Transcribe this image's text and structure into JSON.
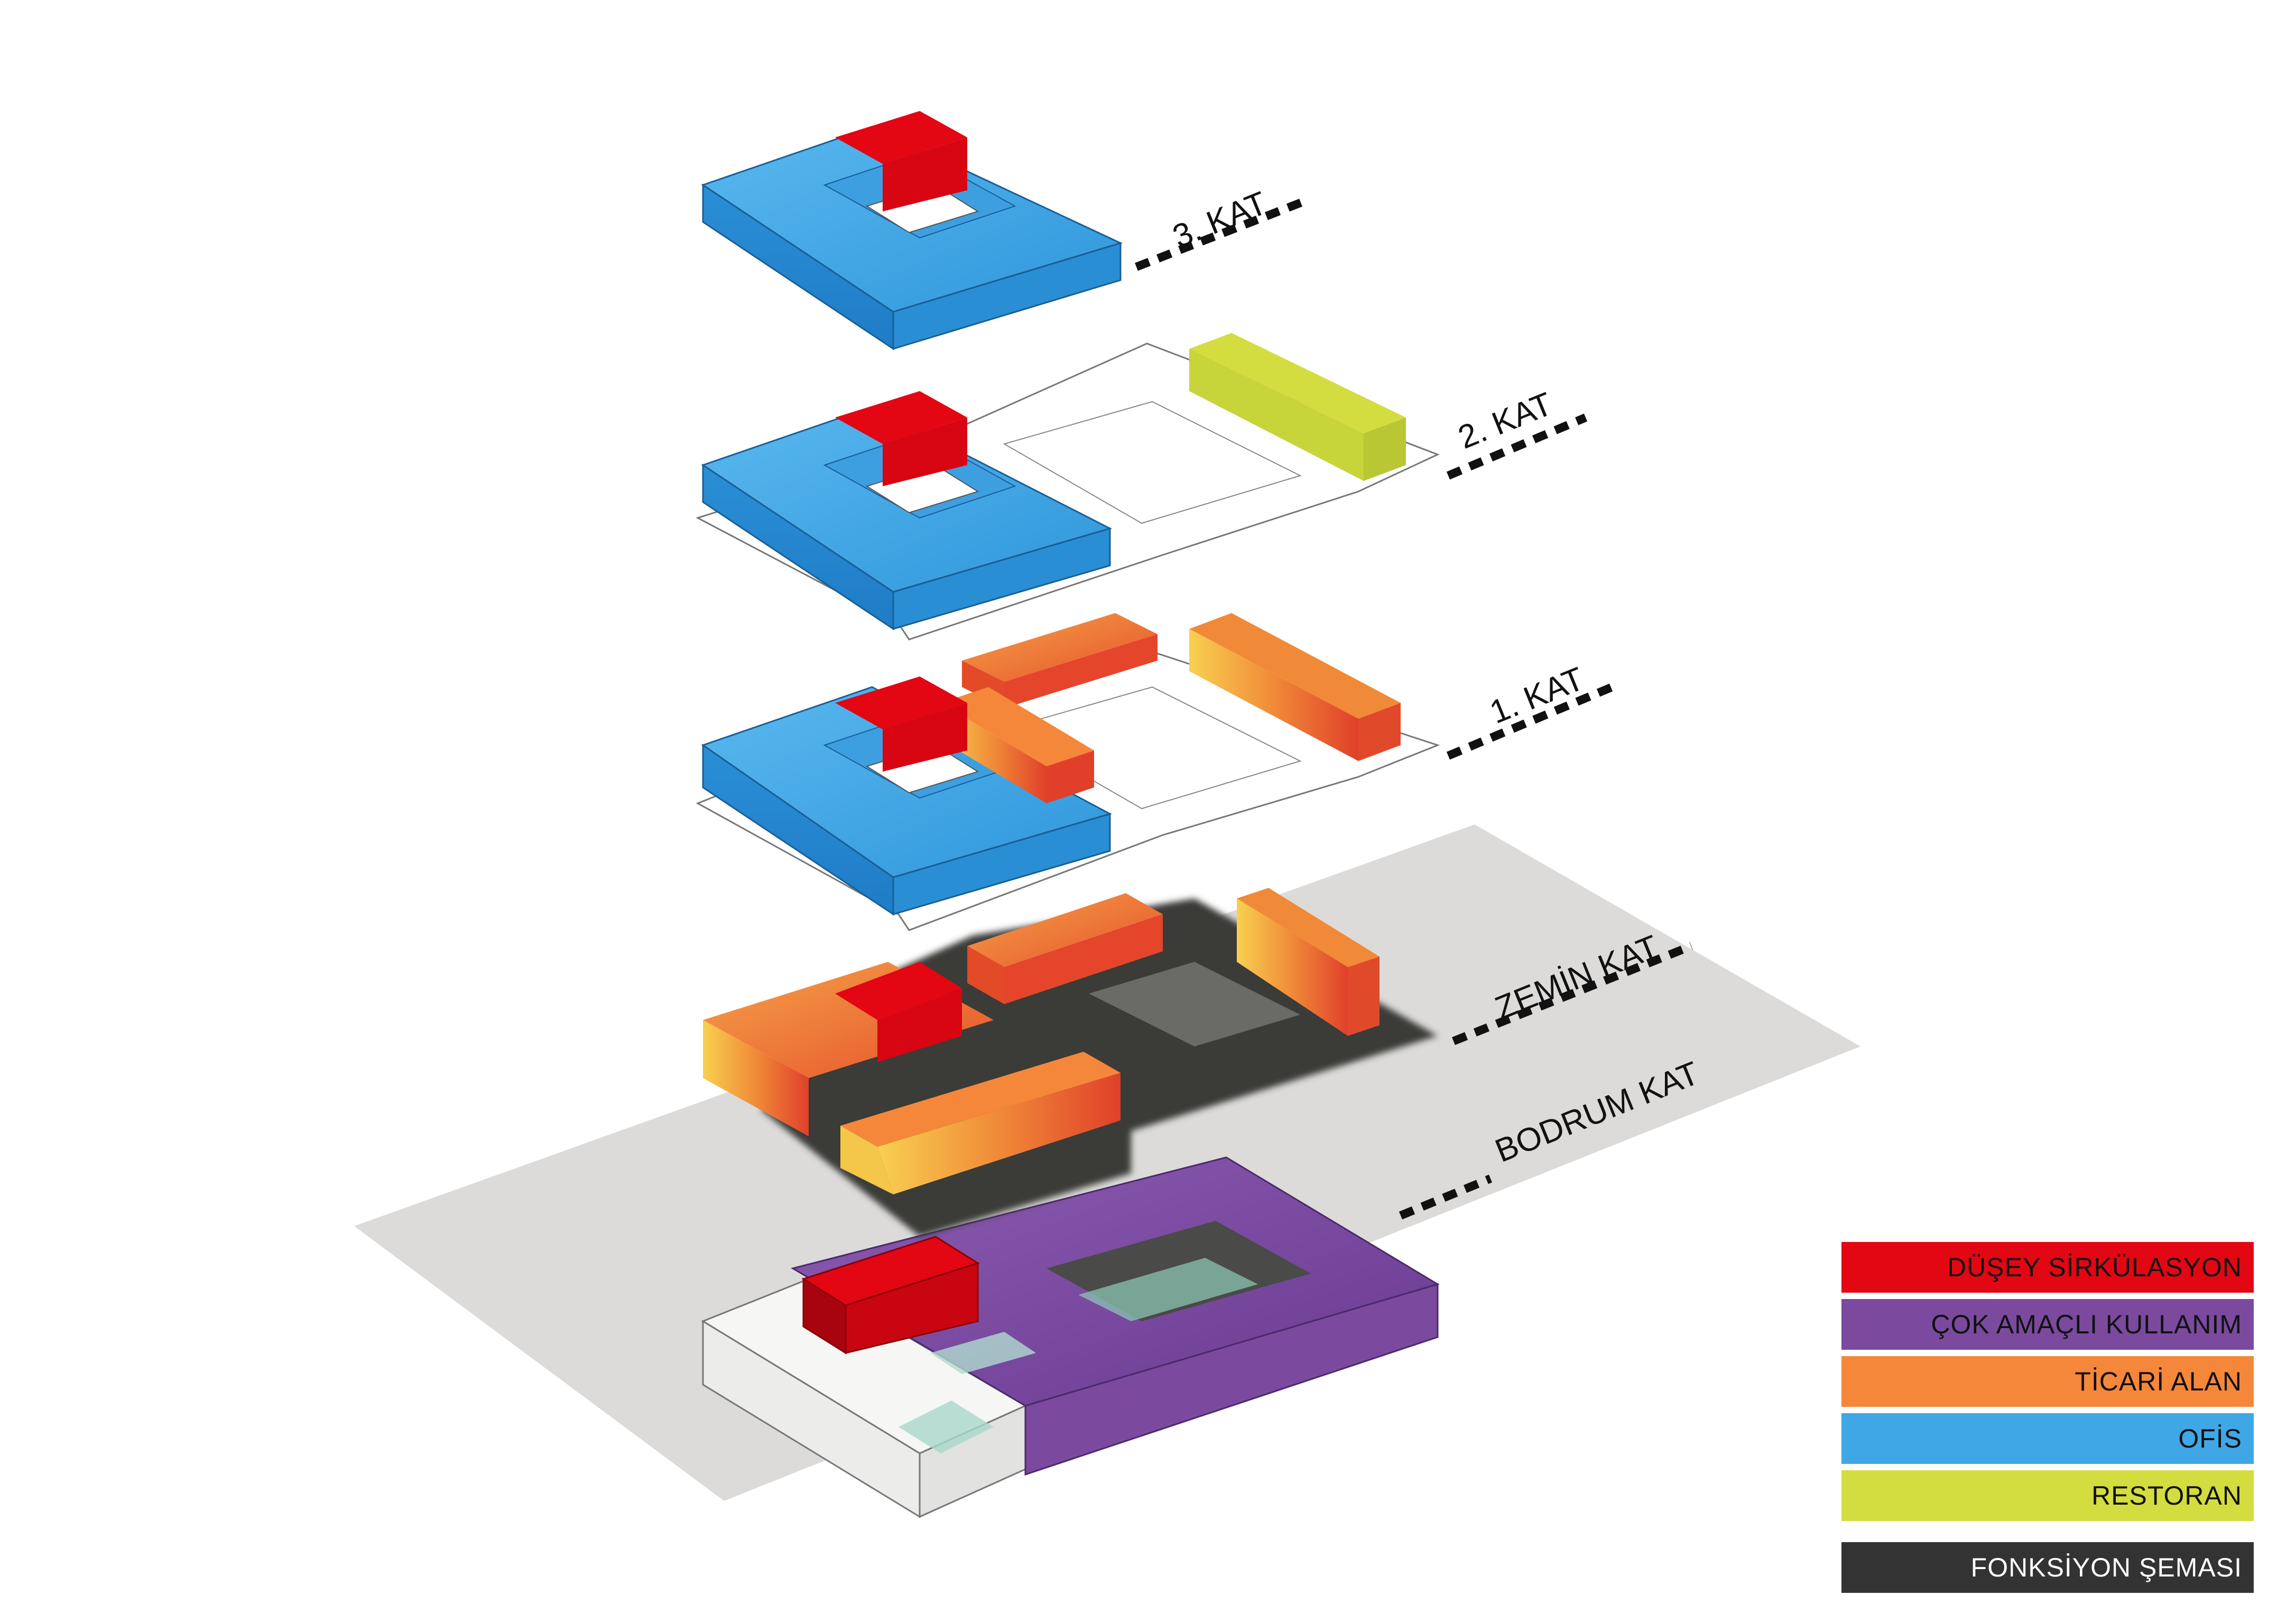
{
  "floors": [
    {
      "key": "kat3",
      "label": "3. KAT"
    },
    {
      "key": "kat2",
      "label": "2. KAT"
    },
    {
      "key": "kat1",
      "label": "1. KAT"
    },
    {
      "key": "zemin",
      "label": "ZEMİN KAT"
    },
    {
      "key": "bodrum",
      "label": "BODRUM KAT"
    }
  ],
  "legend": {
    "items": [
      {
        "label": "DÜŞEY SİRKÜLASYON",
        "color": "#e30613"
      },
      {
        "label": "ÇOK AMAÇLI KULLANIM",
        "color": "#7b4a9e"
      },
      {
        "label": "TİCARİ ALAN",
        "color": "#f5873a"
      },
      {
        "label": "OFİS",
        "color": "#3fa7e6"
      },
      {
        "label": "RESTORAN",
        "color": "#d3dd3f"
      }
    ],
    "title": {
      "label": "FONKSİYON ŞEMASI",
      "color": "#333333"
    }
  },
  "colors": {
    "circulation": "#e30613",
    "multipurpose": "#7b4a9e",
    "commercial": "#f5873a",
    "office": "#3fa7e6",
    "restaurant": "#d3dd3f",
    "ground_plane": "#dcdbda",
    "dark_slab": "#3a3a38"
  }
}
